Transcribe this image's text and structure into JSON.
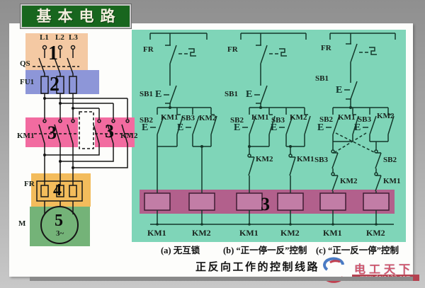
{
  "slide": {
    "title": "基本电路",
    "caption": "正反向工作的控制线路"
  },
  "main_circuit": {
    "phases": [
      "L1",
      "L2",
      "L3"
    ],
    "qs": "QS",
    "fu": "FU1",
    "km1": "KM1",
    "km2": "KM2",
    "fr": "FR",
    "motor": "M",
    "motor_rating": "3~",
    "step_numbers": {
      "n1": "1",
      "n2": "2",
      "n3_left": "3",
      "n3_right": "3",
      "n4": "4",
      "n5": "5"
    }
  },
  "control_panel": {
    "coil_band_number": "3",
    "button_symbol": "E",
    "sections": [
      {
        "caption": "(a) 无互锁",
        "fr": "FR",
        "sb1": "SB1",
        "sb2": "SB2",
        "km1_aux": "KM1",
        "sb3": "SB3",
        "km2_aux": "KM2",
        "coil1": "KM1",
        "coil2": "KM2"
      },
      {
        "caption": "(b) “正一停一反”控制",
        "fr": "FR",
        "sb1": "SB1",
        "sb2": "SB2",
        "km1_aux": "KM1",
        "sb3": "SB3",
        "km2_aux": "KM2",
        "km2_interlock": "KM2",
        "km1_interlock": "KM1",
        "coil1": "KM1",
        "coil2": "KM2"
      },
      {
        "caption": "(c) “正一反一停”控制",
        "fr": "FR",
        "sb1": "SB1",
        "sb2": "SB2",
        "km1_aux": "KM1",
        "sb3": "SB3",
        "km2_aux": "KM2",
        "sb3_nc": "SB3",
        "sb2_nc": "SB2",
        "km2_interlock": "KM2",
        "km1_interlock": "KM1",
        "coil1": "KM1",
        "coil2": "KM2"
      }
    ]
  },
  "watermark": {
    "brand": "电工天下",
    "url": "www.dgjs123.com"
  },
  "colors": {
    "banner_green": "#18661e",
    "panel_green": "#7fd5b8",
    "coil_band": "#b2608c",
    "block_peach": "#f4c9a3",
    "block_blue": "#8d96d8",
    "block_pink": "#f26ba0",
    "block_orange": "#f3bc5c",
    "block_motor_green": "#74b378",
    "brand_red": "#d2566a"
  }
}
